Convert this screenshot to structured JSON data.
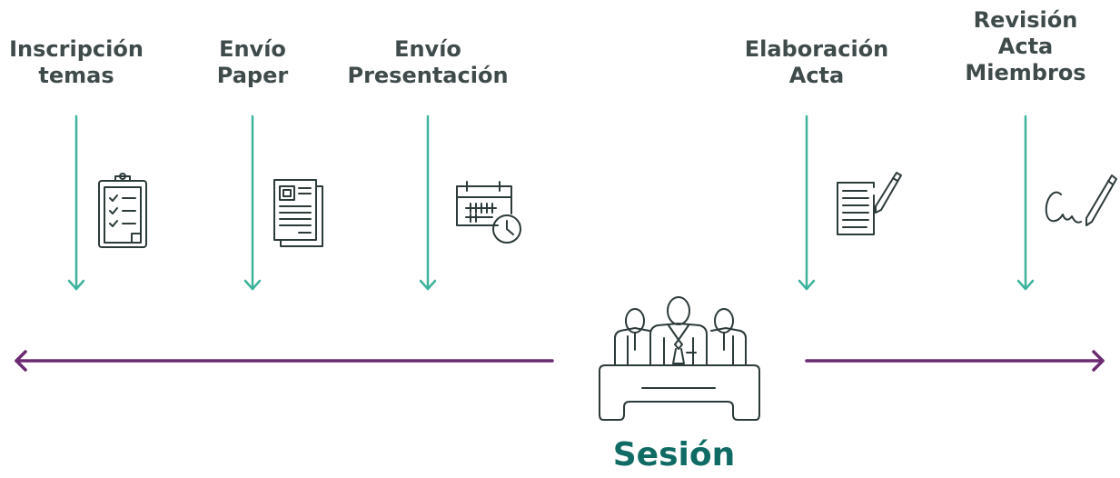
{
  "steps": [
    {
      "id": "inscripcion",
      "lines": [
        "Inscripción",
        "temas"
      ],
      "icon": "clipboard-checklist-icon"
    },
    {
      "id": "paper",
      "lines": [
        "Envío",
        "Paper"
      ],
      "icon": "documents-icon"
    },
    {
      "id": "presentacion",
      "lines": [
        "Envío",
        "Presentación"
      ],
      "icon": "calendar-clock-icon"
    },
    {
      "id": "elaboracion",
      "lines": [
        "Elaboración",
        "Acta"
      ],
      "icon": "document-pen-icon"
    },
    {
      "id": "revision",
      "lines": [
        "Revisión",
        "Acta",
        "Miembros"
      ],
      "icon": "signature-pen-icon"
    }
  ],
  "center": {
    "title": "Sesión",
    "icon": "meeting-table-icon"
  },
  "colors": {
    "arrow_down": "#3db39b",
    "timeline": "#6b2a72",
    "icon_stroke": "#2d3a3a",
    "title": "#0f6b64",
    "label": "#3f4a4a"
  }
}
